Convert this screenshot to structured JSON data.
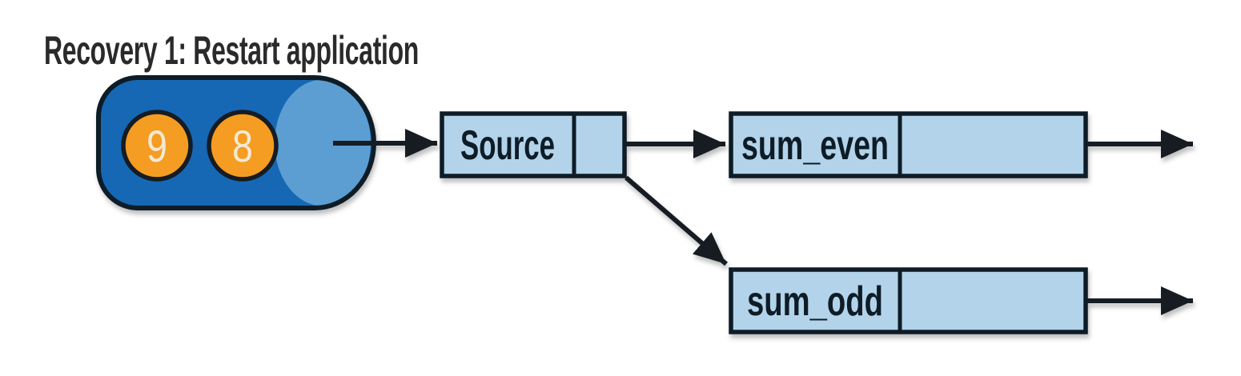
{
  "title": "Recovery 1: Restart application",
  "queue": {
    "events": [
      "9",
      "8"
    ],
    "body_color": "#1268b4",
    "cap_color": "#5b9ed2",
    "event_color": "#f59c23",
    "event_text_color": "#f3e9d2"
  },
  "operators": [
    {
      "label": "Source"
    },
    {
      "label": "sum_even"
    },
    {
      "label": "sum_odd"
    }
  ],
  "colors": {
    "box_fill": "#b3d3ea",
    "outline": "#0f1c28",
    "arrow": "#171c21",
    "title_color": "#2a2a2a",
    "background": "#ffffff"
  }
}
